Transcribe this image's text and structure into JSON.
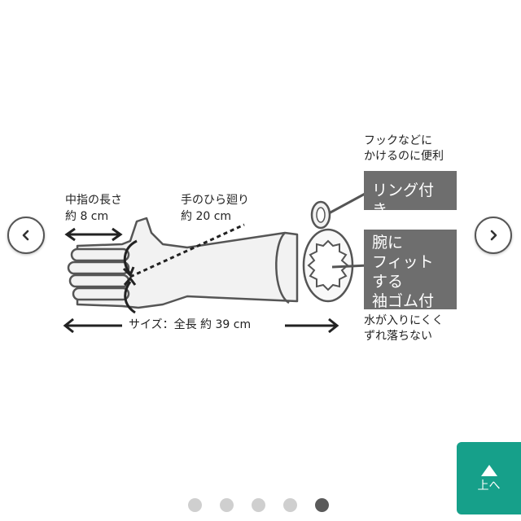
{
  "nav": {
    "prev_icon": "chevron-left-icon",
    "next_icon": "chevron-right-icon"
  },
  "figure": {
    "label_finger_title": "中指の長さ",
    "label_finger_value": "約 8 cm",
    "label_palm_title": "手のひら廻り",
    "label_palm_value": "約 20 cm",
    "label_size": "サイズ：全長 約 39 cm",
    "hook_line1": "フックなどに",
    "hook_line2": "かけるのに便利",
    "ring_box": "リング付き",
    "cuff_box_line1": "腕に",
    "cuff_box_line2": "フィットする",
    "cuff_box_line3": "袖ゴム付き",
    "cuff_note_line1": "水が入りにくく",
    "cuff_note_line2": "ずれ落ちない"
  },
  "pagination": {
    "count": 5,
    "active_index": 4
  },
  "to_top": {
    "label": "上へ",
    "icon": "triangle-up-icon"
  },
  "colors": {
    "accent": "#16a08a",
    "box_fill": "#6e6e6e",
    "dot_inactive": "#cfcfcf",
    "dot_active": "#5a5a5a"
  }
}
